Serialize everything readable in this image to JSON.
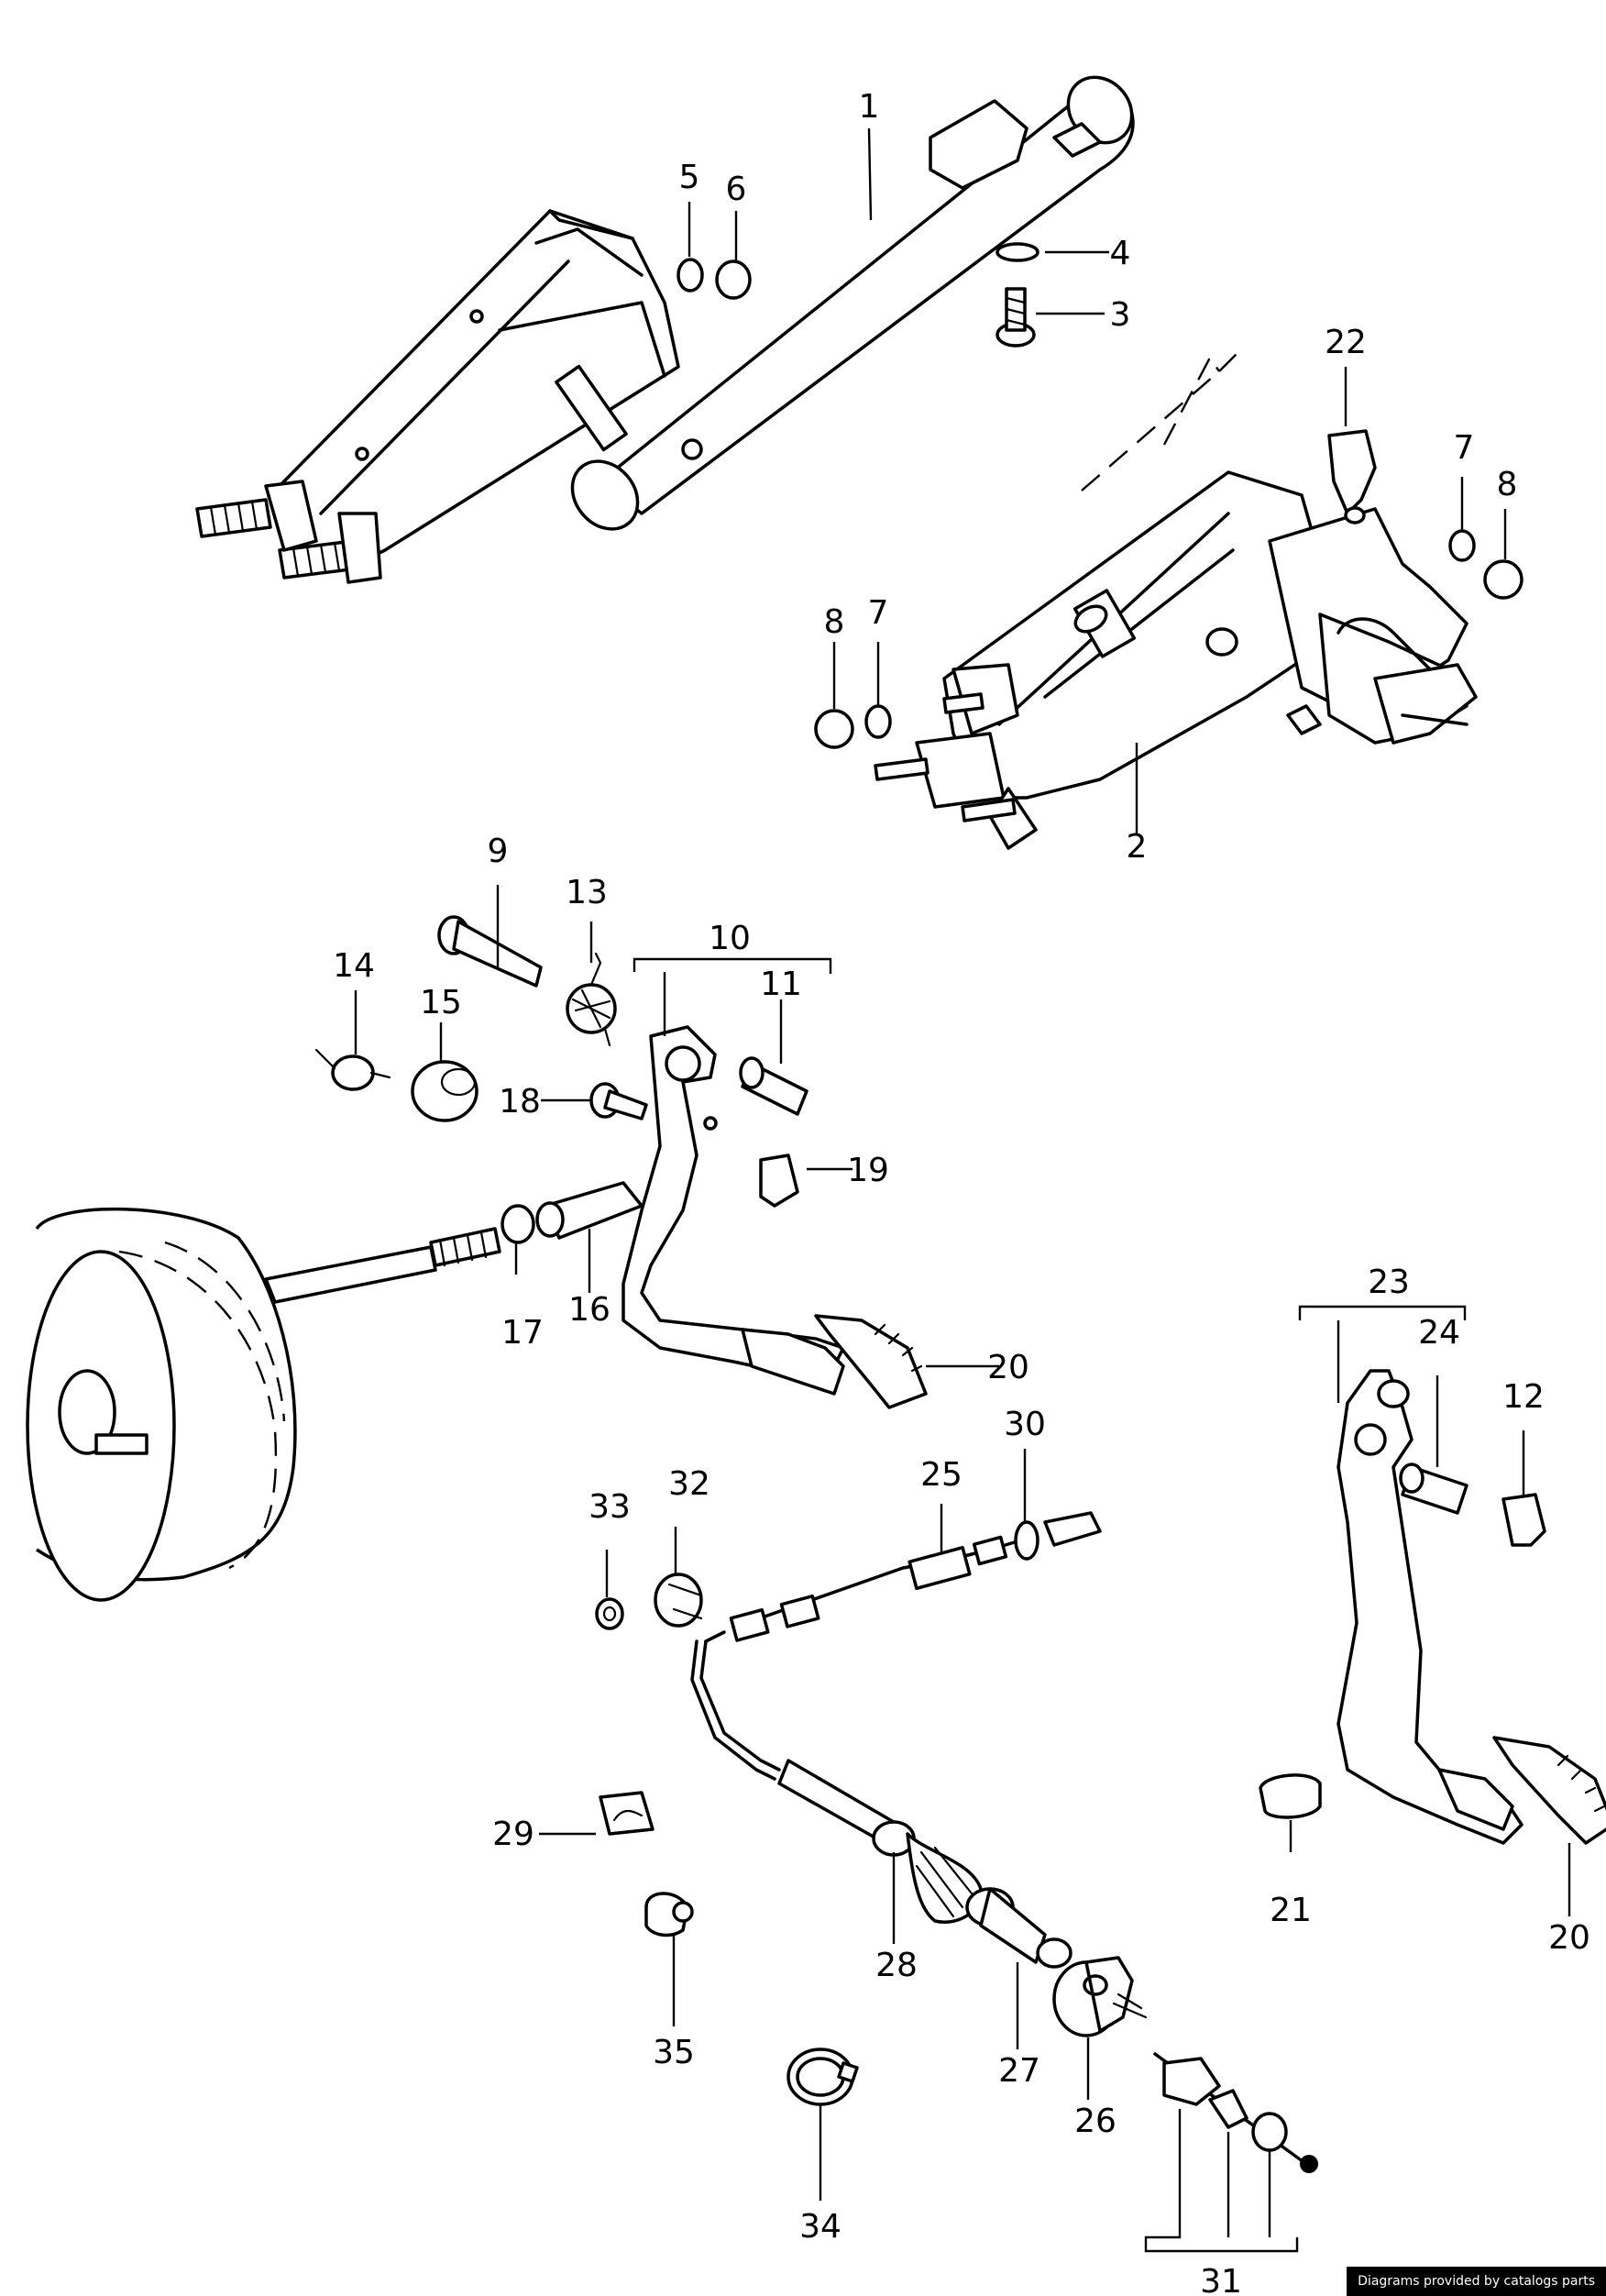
{
  "diagram": {
    "parts": [
      {
        "id": "1",
        "label": "1"
      },
      {
        "id": "2",
        "label": "2"
      },
      {
        "id": "3",
        "label": "3"
      },
      {
        "id": "4",
        "label": "4"
      },
      {
        "id": "5",
        "label": "5"
      },
      {
        "id": "6",
        "label": "6"
      },
      {
        "id": "7a",
        "label": "7"
      },
      {
        "id": "7b",
        "label": "7"
      },
      {
        "id": "8a",
        "label": "8"
      },
      {
        "id": "8b",
        "label": "8"
      },
      {
        "id": "9",
        "label": "9"
      },
      {
        "id": "10",
        "label": "10"
      },
      {
        "id": "11",
        "label": "11"
      },
      {
        "id": "12",
        "label": "12"
      },
      {
        "id": "13",
        "label": "13"
      },
      {
        "id": "14",
        "label": "14"
      },
      {
        "id": "15",
        "label": "15"
      },
      {
        "id": "16",
        "label": "16"
      },
      {
        "id": "17",
        "label": "17"
      },
      {
        "id": "18",
        "label": "18"
      },
      {
        "id": "19",
        "label": "19"
      },
      {
        "id": "20a",
        "label": "20"
      },
      {
        "id": "20b",
        "label": "20"
      },
      {
        "id": "21",
        "label": "21"
      },
      {
        "id": "22",
        "label": "22"
      },
      {
        "id": "23",
        "label": "23"
      },
      {
        "id": "24",
        "label": "24"
      },
      {
        "id": "25",
        "label": "25"
      },
      {
        "id": "26",
        "label": "26"
      },
      {
        "id": "27",
        "label": "27"
      },
      {
        "id": "28",
        "label": "28"
      },
      {
        "id": "29",
        "label": "29"
      },
      {
        "id": "30",
        "label": "30"
      },
      {
        "id": "31",
        "label": "31"
      },
      {
        "id": "32",
        "label": "32"
      },
      {
        "id": "33",
        "label": "33"
      },
      {
        "id": "34",
        "label": "34"
      },
      {
        "id": "35",
        "label": "35"
      }
    ]
  },
  "footer": {
    "credit": "Diagrams provided by catalogs parts"
  }
}
